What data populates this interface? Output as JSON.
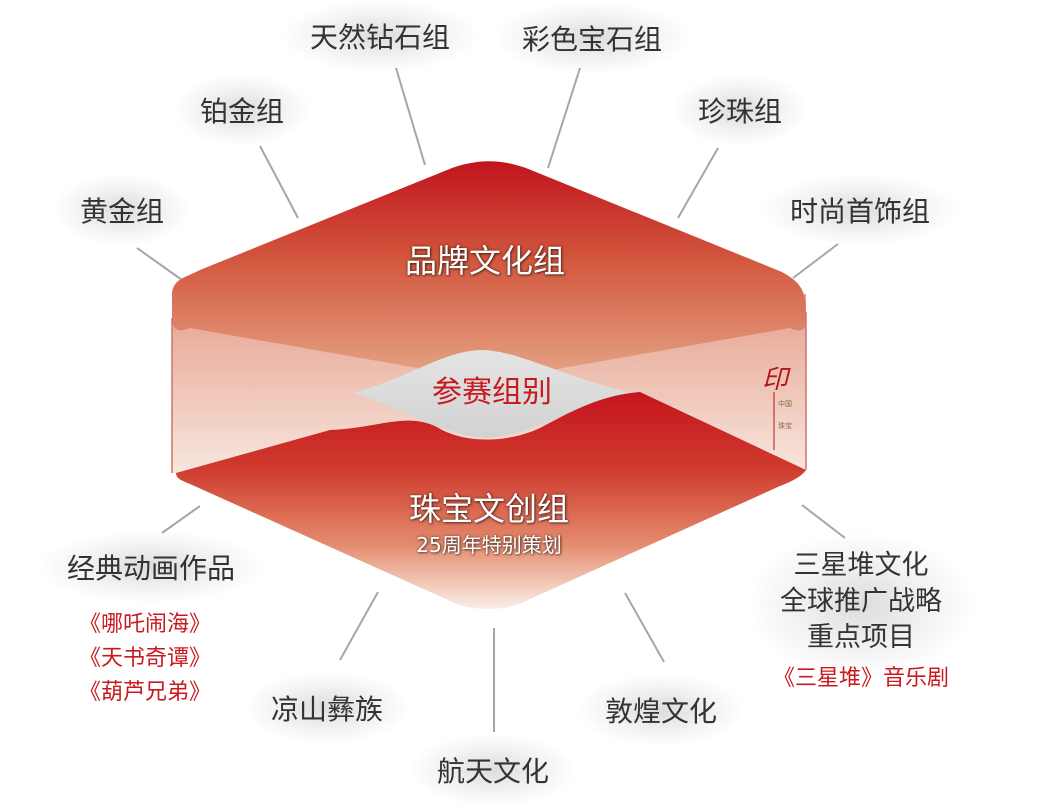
{
  "center": {
    "top_label": "品牌文化组",
    "middle_label": "参赛组别",
    "bottom_label": "珠宝文创组",
    "bottom_sub": "25周年特别策划"
  },
  "categories": [
    {
      "label": "黄金组"
    },
    {
      "label": "铂金组"
    },
    {
      "label": "天然钻石组"
    },
    {
      "label": "彩色宝石组"
    },
    {
      "label": "珍珠组"
    },
    {
      "label": "时尚首饰组"
    }
  ],
  "themes": {
    "classic": {
      "label": "经典动画作品",
      "works": [
        "《哪吒闹海》",
        "《天书奇谭》",
        "《葫芦兄弟》"
      ]
    },
    "liangshan": {
      "label": "凉山彝族"
    },
    "space": {
      "label": "航天文化"
    },
    "dunhuang": {
      "label": "敦煌文化"
    },
    "sanxingdui": {
      "lines": [
        "三星堆文化",
        "全球推广战略",
        "重点项目"
      ],
      "work": "《三星堆》音乐剧"
    }
  },
  "seal": {
    "glyph": "印",
    "lines": [
      "中国",
      "珠宝"
    ]
  },
  "colors": {
    "accent": "#c8191f",
    "text": "#333333",
    "connector": "#9a9a9a"
  }
}
